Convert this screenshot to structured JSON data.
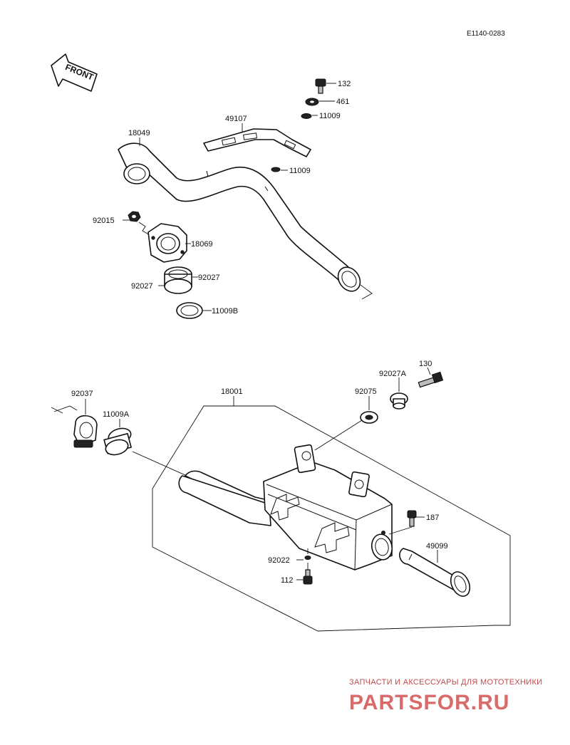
{
  "diagram_code": "E1140-0283",
  "front_label": "FRONT",
  "callouts": {
    "p132": "132",
    "p461": "461",
    "p11009_top": "11009",
    "p49107": "49107",
    "p18049": "18049",
    "p11009_mid": "11009",
    "p92015": "92015",
    "p18069": "18069",
    "p92027_left": "92027",
    "p92027_right": "92027",
    "p11009B": "11009B",
    "p130": "130",
    "p92027A": "92027A",
    "p92037": "92037",
    "p18001": "18001",
    "p92075": "92075",
    "p11009A": "11009A",
    "p187": "187",
    "p49099": "49099",
    "p92022": "92022",
    "p112": "112"
  },
  "watermark": {
    "tagline": "ЗАПЧАСТИ И АКСЕССУАРЫ ДЛЯ МОТОТЕХНИКИ",
    "brand": "PARTSFOR.RU",
    "color": "#d96a6a"
  }
}
